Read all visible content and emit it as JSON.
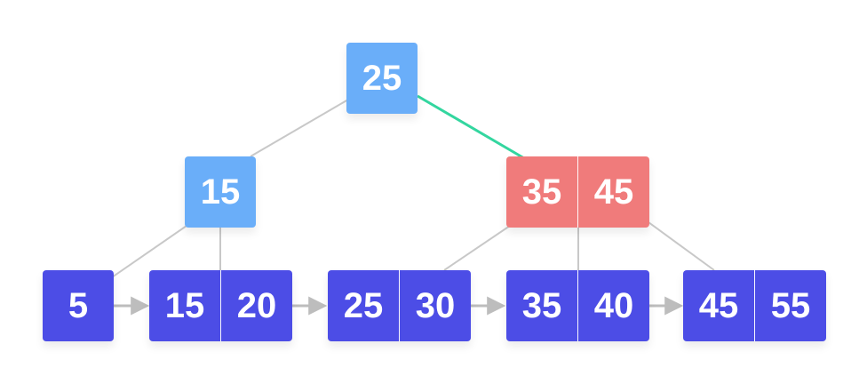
{
  "tree": {
    "root": {
      "keys": [
        "25"
      ]
    },
    "internal": [
      {
        "keys": [
          "15"
        ]
      },
      {
        "keys": [
          "35",
          "45"
        ],
        "highlight": true
      }
    ],
    "leaves": [
      {
        "keys": [
          "5"
        ]
      },
      {
        "keys": [
          "15",
          "20"
        ]
      },
      {
        "keys": [
          "25",
          "30"
        ]
      },
      {
        "keys": [
          "35",
          "40"
        ]
      },
      {
        "keys": [
          "45",
          "55"
        ]
      }
    ]
  },
  "colors": {
    "internal_node": "#6aaef9",
    "highlight_node": "#f07b7b",
    "leaf_node": "#4c4de6",
    "tree_edge": "#c8c8c8",
    "highlight_edge": "#33d69f",
    "leaf_link_arrow": "#bdbdbd"
  }
}
